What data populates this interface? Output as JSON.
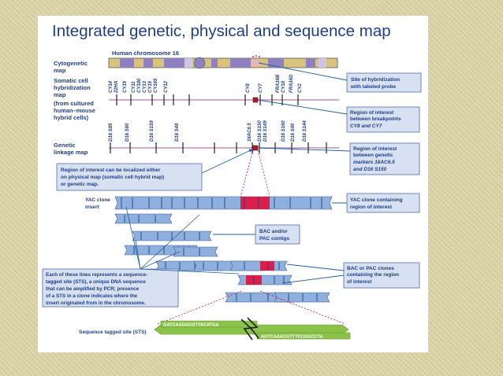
{
  "slide": {
    "title": "Integrated genetic, physical and sequence map"
  },
  "map_labels": {
    "chromosome": "Human chromosome 16",
    "cytogenetic": [
      "Cytogenetic",
      "map"
    ],
    "somatic": [
      "Somatic cell",
      "hybridization",
      "map",
      "(from cultured",
      "human–mouse",
      "hybrid cells)"
    ],
    "linkage": [
      "Genetic",
      "linkage map"
    ]
  },
  "somatic_markers": [
    "CY14",
    "22HA",
    "CY19",
    "CY11",
    "CY180",
    "CY13",
    "CY15",
    "CY165",
    "CY12",
    "CY8",
    "CY7",
    "FRA16B",
    "CY18",
    "FRA16D",
    "CY2"
  ],
  "linkage_markers": [
    "D16 S85",
    "D16 S60",
    "D16 S159",
    "D16 S48",
    "16AC6.5",
    "D16 S150",
    "D16 S149",
    "D16 S160",
    "D16 S40",
    "D16 S144"
  ],
  "callouts": {
    "hybridization": [
      "Site of hybridization",
      "with labeled probe"
    ],
    "breakpoints": [
      "Region of interest",
      "between breakpoints",
      "CY8 and CY7"
    ],
    "genetic_markers": [
      "Region of interest",
      "between genetic",
      "markers 16AC6.5",
      "and D16 S150"
    ],
    "localized": [
      "Region of interest can be localized either",
      "on physical map  (somatic cell hybrid map)",
      "or genetic map."
    ],
    "yac_clone": [
      "YAC clone containing",
      "region of interest"
    ],
    "bac_contigs": [
      "BAC and/or",
      "PAC contigs"
    ],
    "bac_clones": [
      "BAC or PAC clones",
      "containing the region",
      "of interest"
    ],
    "sts_note": [
      "Each of these lines represents a sequence-",
      "tagged site (STS), a unique DNA sequence",
      "that can be amplified by PCR; presence",
      "of a STS in a clone indicates where the",
      "insert originated from in the chromosome."
    ]
  },
  "yac_label": [
    "YAC clone",
    "insert"
  ],
  "sts": {
    "label": "Sequence tagged site (STS)",
    "left_sequence": "GATCAAGGCGTTACATGA",
    "right_sequence": "AGTCAAACGTTTCCGGCCTA"
  },
  "colors": {
    "title": "#1f3f86",
    "callout_bg": "#d7e1f1",
    "clone_blue": "#8fb0dc",
    "region_red": "#d8204b",
    "sts_green": "#8bc34a",
    "band_purple": "#8f80bf",
    "band_tan": "#d9c47f"
  }
}
